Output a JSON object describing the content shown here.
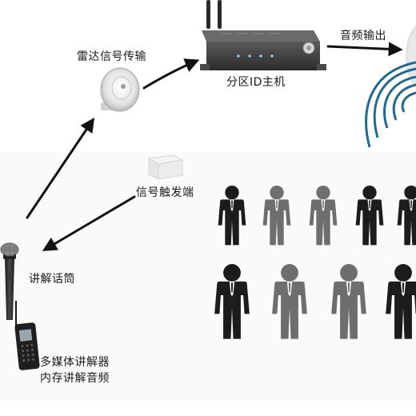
{
  "diagram": {
    "labels": {
      "radar_signal": "雷达信号传输",
      "zone_host": "分区ID主机",
      "audio_output": "音频输出",
      "signal_trigger": "信号触发端",
      "microphone": "讲解话筒",
      "player_line1": "多媒体讲解器",
      "player_line2": "内存讲解音频"
    },
    "colors": {
      "arrow": "#111111",
      "device_body": "#3a3a3a",
      "crowd_dark": "#1c1c1c",
      "crowd_gray": "#6e6e6e",
      "speaker_waves": "#1f6b8f"
    }
  }
}
